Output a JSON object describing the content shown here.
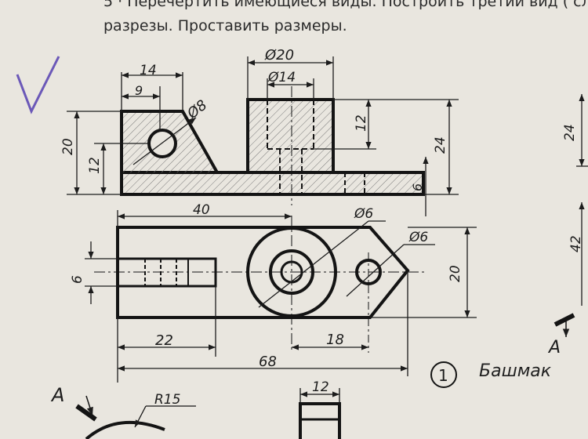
{
  "header": {
    "line1": "5 · Перечертить имеющиеся виды. Построить третий вид ( сл",
    "line2": "разрезы. Проставить размеры."
  },
  "front_view_dims": {
    "d14": "14",
    "d9": "9",
    "d20_left": "20",
    "d12_left": "12",
    "phi8": "Ø8",
    "phi20": "Ø20",
    "phi14": "Ø14",
    "d12_hub": "12",
    "d24": "24",
    "d6_base": "6"
  },
  "top_view_dims": {
    "d40": "40",
    "phi6_a": "Ø6",
    "phi6_b": "Ø6",
    "d6_slot": "6",
    "d20_right": "20",
    "d22": "22",
    "d18": "18",
    "d68": "68"
  },
  "right_margin_dims": {
    "d24": "24",
    "d42": "42"
  },
  "section": {
    "label_left": "A",
    "label_right": "A",
    "radius": "R15",
    "d12_bottom": "12"
  },
  "part_label": {
    "number": "1",
    "name": "Башмак"
  }
}
